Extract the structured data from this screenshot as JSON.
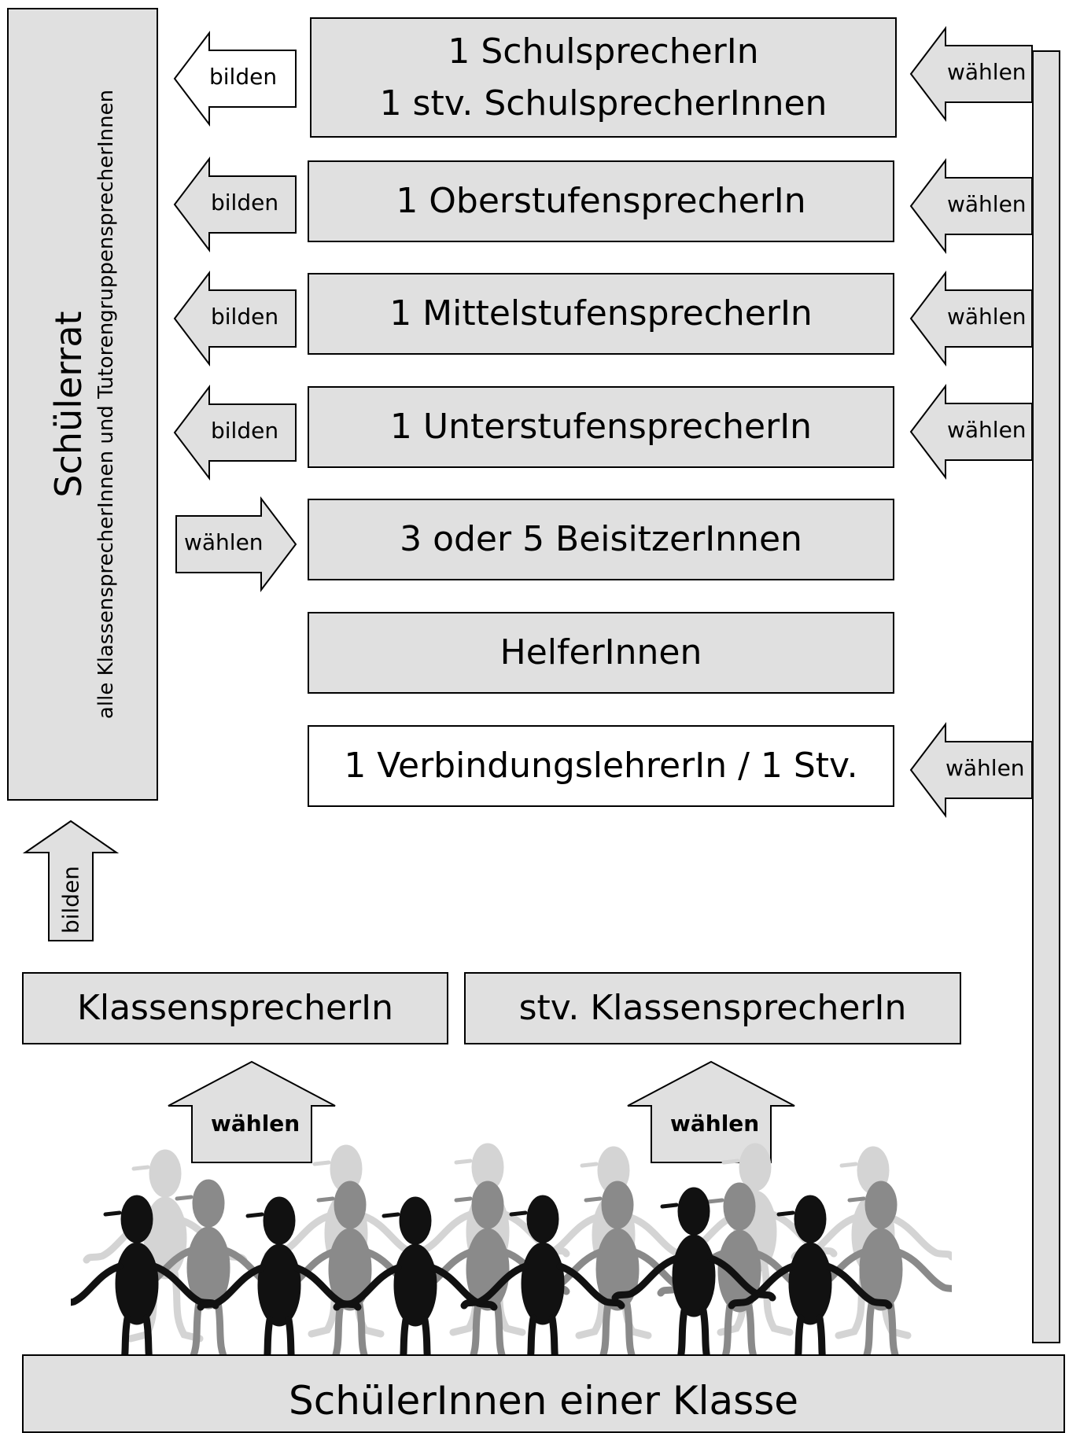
{
  "council": {
    "title": "Schülerrat",
    "subtitle": "alle KlassensprecherInnen und TutorengruppensprecherInnen"
  },
  "offices": {
    "schulsprecher": [
      "1 SchulsprecherIn",
      "1 stv. SchulsprecherInnen"
    ],
    "oberstufe": "1 OberstufensprecherIn",
    "mittelstufe": "1 MittelstufensprecherIn",
    "unterstufe": "1 UnterstufensprecherIn",
    "beisitzer": "3 oder 5 BeisitzerInnen",
    "helfer": "HelferInnen",
    "verbindungslehrer": "1 VerbindungslehrerIn / 1 Stv."
  },
  "class_reps": {
    "speaker": "KlassensprecherIn",
    "deputy": "stv. KlassensprecherIn"
  },
  "base": "SchülerInnen einer Klasse",
  "verbs": {
    "form": "bilden",
    "elect": "wählen"
  },
  "colors": {
    "box_fill": "#e0e0e0",
    "border": "#000000",
    "figure_dark": "#111111",
    "figure_mid": "#8a8a8a",
    "figure_light": "#d4d4d4"
  }
}
